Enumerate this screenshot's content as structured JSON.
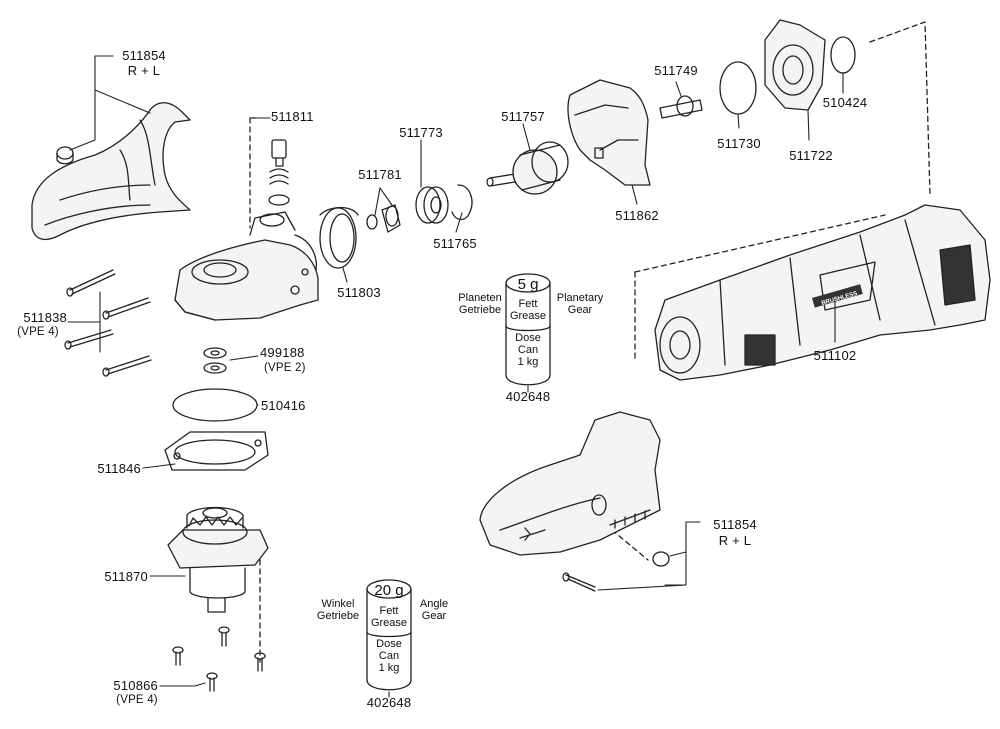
{
  "parts": {
    "p511854_top": "511854",
    "p511854_top_sub": "R + L",
    "p511811": "511811",
    "p511838": "511838",
    "p511838_sub": "(VPE 4)",
    "p499188": "499188",
    "p499188_sub": "(VPE 2)",
    "p510416": "510416",
    "p511846": "511846",
    "p511870": "511870",
    "p510866": "510866",
    "p510866_sub": "(VPE 4)",
    "p511781": "511781",
    "p511773": "511773",
    "p511757": "511757",
    "p511765": "511765",
    "p511803": "511803",
    "p511749": "511749",
    "p511730": "511730",
    "p511722": "511722",
    "p510424": "510424",
    "p511862": "511862",
    "p511102": "511102",
    "p511854_bottom": "511854",
    "p511854_bottom_sub": "R + L"
  },
  "grease_planetary": {
    "amount": "5 g",
    "line1": "Fett",
    "line2": "Grease",
    "line3": "Dose",
    "line4": "Can",
    "line5": "1 kg",
    "left_de": "Planeten",
    "left_de2": "Getriebe",
    "right_en": "Planetary",
    "right_en2": "Gear",
    "part_no": "402648"
  },
  "grease_angle": {
    "amount": "20 g",
    "line1": "Fett",
    "line2": "Grease",
    "line3": "Dose",
    "line4": "Can",
    "line5": "1 kg",
    "left_de": "Winkel",
    "left_de2": "Getriebe",
    "right_en": "Angle",
    "right_en2": "Gear",
    "part_no": "402648"
  },
  "tool_badge": "BRUSHLESS"
}
